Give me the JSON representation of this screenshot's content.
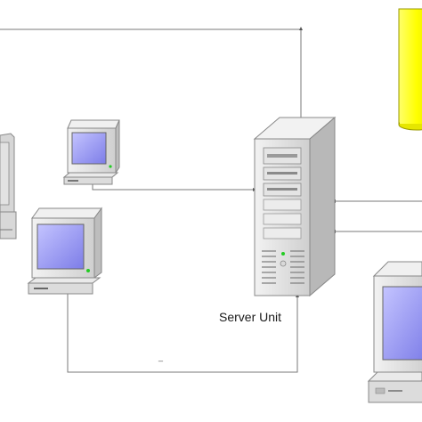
{
  "labels": {
    "server": "Server Unit",
    "mark": "_"
  },
  "colors": {
    "line": "#7a7a7a",
    "case_light": "#e8e8e8",
    "case_mid": "#c9c9c9",
    "case_dark": "#9a9a9a",
    "screen": "#8f8ff0",
    "screen_light": "#b7b7ff",
    "cylinder": "#ffff00",
    "cylinder_stroke": "#9a9a00",
    "led": "#22cc22"
  },
  "nodes": [
    {
      "id": "server-tower",
      "kind": "server",
      "label_key": "server"
    },
    {
      "id": "workstation-small",
      "kind": "monitor"
    },
    {
      "id": "workstation-mid",
      "kind": "monitor"
    },
    {
      "id": "workstation-left",
      "kind": "monitor-partial"
    },
    {
      "id": "workstation-right",
      "kind": "monitor-partial"
    },
    {
      "id": "database",
      "kind": "cylinder"
    }
  ]
}
